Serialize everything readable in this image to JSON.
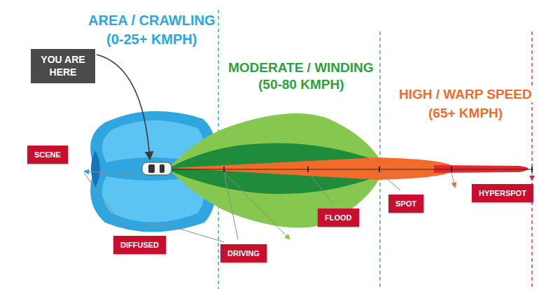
{
  "diagram": {
    "nodes": [
      {
        "text": [
          "YOU ARE HERE"
        ]
      },
      {
        "text": [
          "SCENE"
        ]
      },
      {
        "text": [
          "DIFFUSED"
        ]
      },
      {
        "text": [
          "DRIVING"
        ]
      },
      {
        "text": [
          "FLOOD"
        ]
      },
      {
        "text": [
          "SPOT"
        ]
      },
      {
        "text": [
          "HYPERSPOT"
        ]
      }
    ],
    "labels": [
      "AREA / CRAWLING",
      "(0-25+ KMPH)",
      "MODERATE / WINDING",
      "(50-80 KMPH)",
      "HIGH / WARP SPEED",
      "(65+ KMPH)"
    ]
  }
}
